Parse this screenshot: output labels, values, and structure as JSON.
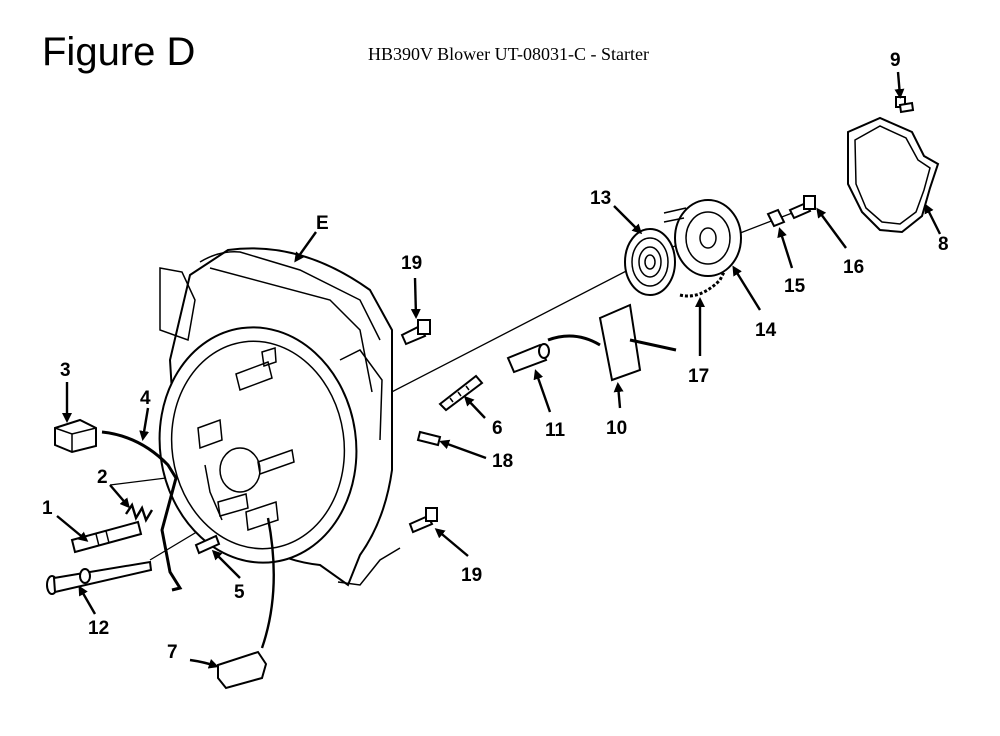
{
  "figure": {
    "title": "Figure D",
    "subtitle": "HB390V Blower UT-08031-C - Starter"
  },
  "callouts": [
    {
      "id": "c1",
      "text": "1"
    },
    {
      "id": "c2",
      "text": "2"
    },
    {
      "id": "c3",
      "text": "3"
    },
    {
      "id": "c4",
      "text": "4"
    },
    {
      "id": "c5",
      "text": "5"
    },
    {
      "id": "c6",
      "text": "6"
    },
    {
      "id": "c7",
      "text": "7"
    },
    {
      "id": "c8",
      "text": "8"
    },
    {
      "id": "c9",
      "text": "9"
    },
    {
      "id": "c10",
      "text": "10"
    },
    {
      "id": "c11",
      "text": "11"
    },
    {
      "id": "c12",
      "text": "12"
    },
    {
      "id": "c13",
      "text": "13"
    },
    {
      "id": "c14",
      "text": "14"
    },
    {
      "id": "c15",
      "text": "15"
    },
    {
      "id": "c16",
      "text": "16"
    },
    {
      "id": "c17",
      "text": "17"
    },
    {
      "id": "c18",
      "text": "18"
    },
    {
      "id": "c19a",
      "text": "19"
    },
    {
      "id": "c19b",
      "text": "19"
    },
    {
      "id": "cE",
      "text": "E"
    }
  ]
}
